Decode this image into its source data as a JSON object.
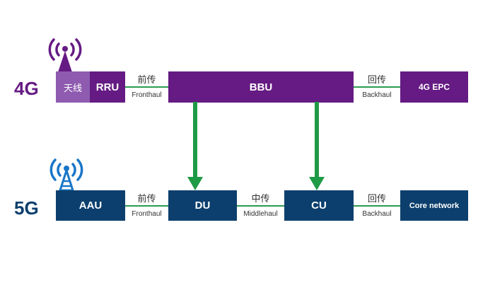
{
  "colors": {
    "purple": "#651b83",
    "purple_light": "#8e5bb0",
    "navy": "#0c3f6d",
    "green": "#1f9a45",
    "blue_icon": "#1976c8",
    "line_green": "#2c9a50"
  },
  "row_4g": {
    "gen_label": "4G",
    "antenna_label": "天线",
    "rru_label": "RRU",
    "fronthaul_cn": "前传",
    "fronthaul_en": "Fronthaul",
    "bbu_label": "BBU",
    "backhaul_cn": "回传",
    "backhaul_en": "Backhaul",
    "epc_label": "4G EPC"
  },
  "row_5g": {
    "gen_label": "5G",
    "aau_label": "AAU",
    "fronthaul_cn": "前传",
    "fronthaul_en": "Fronthaul",
    "du_label": "DU",
    "midhaul_cn": "中传",
    "midhaul_en": "Middlehaul",
    "cu_label": "CU",
    "backhaul_cn": "回传",
    "backhaul_en": "Backhaul",
    "core_label": "Core network"
  },
  "icons": {
    "tower_4g": "radio-tower-icon",
    "tower_5g": "radio-tower-icon",
    "arrow_bbu_du": "down-arrow-icon",
    "arrow_bbu_cu": "down-arrow-icon"
  }
}
